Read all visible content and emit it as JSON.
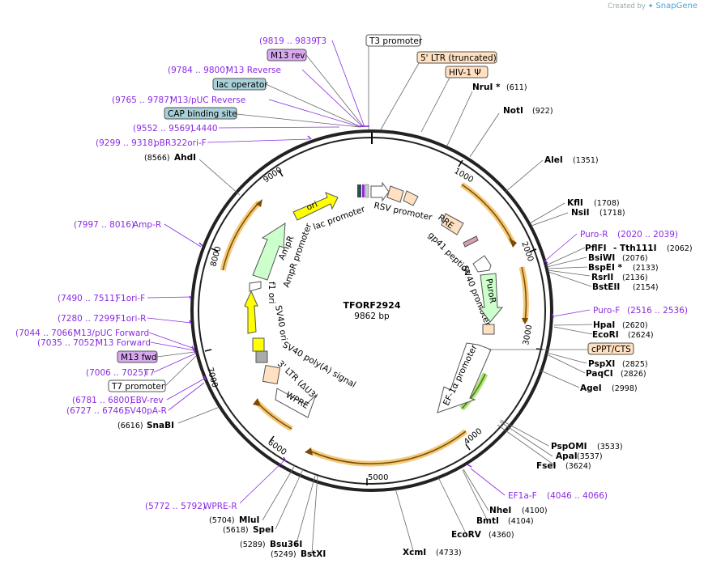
{
  "credit": {
    "prefix": "Created by",
    "brand": "SnapGene"
  },
  "plasmid": {
    "name": "TFORF2924",
    "size_label": "9862 bp",
    "length": 9862
  },
  "ticks": [
    "1000",
    "2000",
    "3000",
    "4000",
    "5000",
    "6000",
    "7000",
    "8000",
    "9000"
  ],
  "primers_left": [
    {
      "range": "(9819 .. 9839)",
      "name": "T3"
    },
    {
      "range": "(9784 .. 9800)",
      "name": "M13 Reverse"
    },
    {
      "range": "(9765 .. 9787)",
      "name": "M13/pUC Reverse"
    },
    {
      "range": "(9552 .. 9569)",
      "name": "L4440"
    },
    {
      "range": "(9299 .. 9318)",
      "name": "pBR322ori-F"
    },
    {
      "range": "(7997 .. 8016)",
      "name": "Amp-R"
    },
    {
      "range": "(7490 .. 7511)",
      "name": "F1ori-F"
    },
    {
      "range": "(7280 .. 7299)",
      "name": "F1ori-R"
    },
    {
      "range": "(7044 .. 7066)",
      "name": "M13/pUC Forward"
    },
    {
      "range": "(7035 .. 7052)",
      "name": "M13 Forward"
    },
    {
      "range": "(7006 .. 7025)",
      "name": "T7"
    },
    {
      "range": "(6781 .. 6800)",
      "name": "EBV-rev"
    },
    {
      "range": "(6727 .. 6746)",
      "name": "SV40pA-R"
    },
    {
      "range": "(5772 .. 5792)",
      "name": "WPRE-R"
    }
  ],
  "primers_right": [
    {
      "name": "Puro-R",
      "range": "(2020 .. 2039)"
    },
    {
      "name": "Puro-F",
      "range": "(2516 .. 2536)"
    },
    {
      "name": "EF1a-F",
      "range": "(4046 .. 4066)"
    }
  ],
  "boxed_left": [
    {
      "text": "M13 rev"
    },
    {
      "text": "lac operator"
    },
    {
      "text": "CAP binding site"
    },
    {
      "text": "M13 fwd"
    },
    {
      "text": "T7 promoter"
    }
  ],
  "boxed_top": [
    {
      "text": "T3 promoter"
    },
    {
      "text": "5' LTR (truncated)"
    },
    {
      "text": "HIV-1 Ψ"
    }
  ],
  "cppt_box": {
    "text": "cPPT/CTS"
  },
  "sites_right": [
    {
      "name": "NruI *",
      "pos": "(611)"
    },
    {
      "name": "NotI",
      "pos": "(922)"
    },
    {
      "name": "AleI",
      "pos": "(1351)"
    },
    {
      "name": "KflI",
      "pos": "(1708)"
    },
    {
      "name": "NsiI",
      "pos": "(1718)"
    },
    {
      "name": "PflFI",
      "pos": ""
    },
    {
      "name": "- Tth111I",
      "pos": "(2062)"
    },
    {
      "name": "BsiWI",
      "pos": "(2076)"
    },
    {
      "name": "BspEI *",
      "pos": "(2133)"
    },
    {
      "name": "RsrII",
      "pos": "(2136)"
    },
    {
      "name": "BstEII",
      "pos": "(2154)"
    },
    {
      "name": "HpaI",
      "pos": "(2620)"
    },
    {
      "name": "EcoRI",
      "pos": "(2624)"
    },
    {
      "name": "PspXI",
      "pos": "(2825)"
    },
    {
      "name": "PaqCI",
      "pos": "(2826)"
    },
    {
      "name": "AgeI",
      "pos": "(2998)"
    },
    {
      "name": "PspOMI",
      "pos": "(3533)"
    },
    {
      "name": "ApaI",
      "pos": "(3537)"
    },
    {
      "name": "FseI",
      "pos": "(3624)"
    },
    {
      "name": "NheI",
      "pos": "(4100)"
    },
    {
      "name": "BmtI",
      "pos": "(4104)"
    },
    {
      "name": "EcoRV",
      "pos": "(4360)"
    },
    {
      "name": "XcmI",
      "pos": "(4733)"
    }
  ],
  "sites_left": [
    {
      "pos": "(8566)",
      "name": "AhdI"
    },
    {
      "pos": "(6616)",
      "name": "SnaBI"
    },
    {
      "pos": "(5704)",
      "name": "MluI"
    },
    {
      "pos": "(5618)",
      "name": "SpeI"
    },
    {
      "pos": "(5289)",
      "name": "Bsu36I"
    },
    {
      "pos": "(5249)",
      "name": "BstXI"
    }
  ],
  "features": {
    "ori": "ori",
    "lac_promoter": "lac promoter",
    "rsv_promoter": "RSV promoter",
    "rre": "RRE",
    "gp41": "gp41 peptide",
    "sv40_promoter": "SV40 promoter",
    "puror": "PuroR",
    "ef1a": "EF-1α promoter",
    "ampr": "AmpR",
    "ampr_promoter": "AmpR promoter",
    "f1_ori": "f1 ori",
    "sv40_ori": "SV40 ori",
    "sv40_polya": "SV40 poly(A) signal",
    "ltr3": "3' LTR (ΔU3)",
    "wpre": "WPRE"
  },
  "colors": {
    "primer": "#8a2be2",
    "promoter_fill": "#ffffff",
    "ori_fill": "#ffff00",
    "amp_fill": "#ccffcc",
    "ltr_fill": "#ffe0c0",
    "orf_arrow": "#e0a030",
    "boxed_primer": "#d8a8f0",
    "boxed_operator": "#a8d0d8"
  }
}
